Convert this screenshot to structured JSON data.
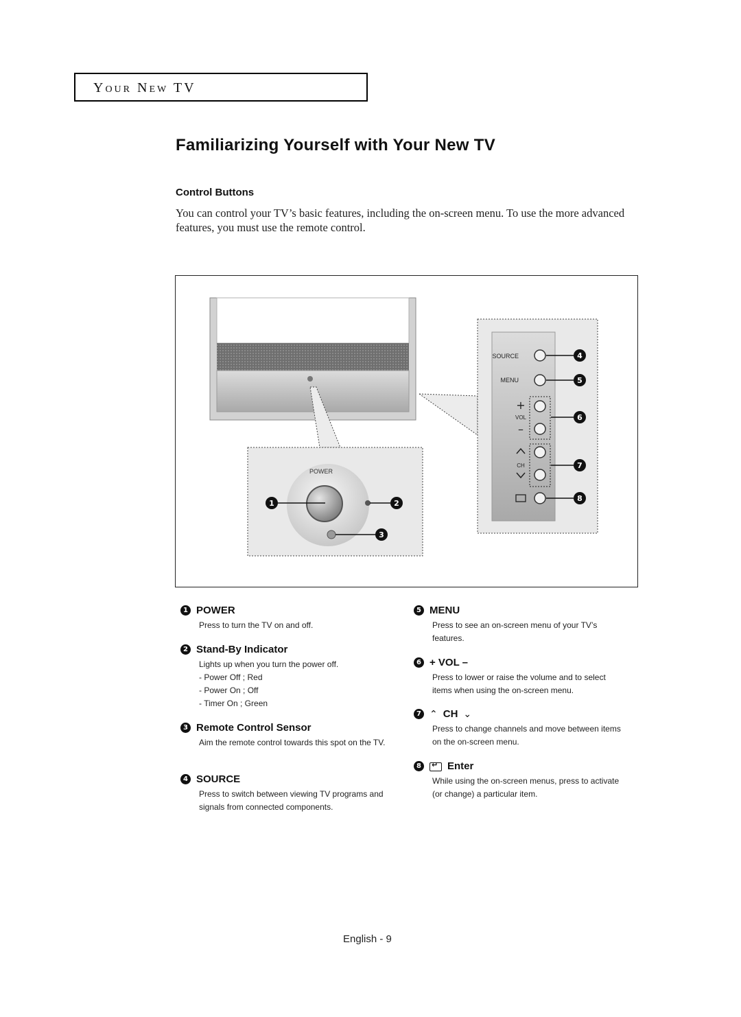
{
  "section_tab": "Your New TV",
  "title": "Familiarizing Yourself with Your New TV",
  "subtitle": "Control Buttons",
  "intro": "You can control your TV’s basic features, including the on-screen menu. To use the more advanced features, you must use the remote control.",
  "figure": {
    "power_label": "POWER",
    "source_label": "SOURCE",
    "menu_label": "MENU",
    "vol_label": "VOL",
    "ch_label": "CH",
    "callouts": [
      "1",
      "2",
      "3",
      "4",
      "5",
      "6",
      "7",
      "8"
    ]
  },
  "items": [
    {
      "num": "1",
      "title": "POWER",
      "desc": "Press to turn the TV on and off."
    },
    {
      "num": "2",
      "title": "Stand-By Indicator",
      "desc": "Lights up when you turn the power off.",
      "list": [
        "Power Off ; Red",
        "Power On ; Off",
        "Timer On ; Green"
      ]
    },
    {
      "num": "3",
      "title": "Remote Control Sensor",
      "desc": "Aim the remote control towards this spot on the TV."
    },
    {
      "num": "4",
      "title": "SOURCE",
      "desc": "Press to switch between viewing TV programs and signals from connected components."
    },
    {
      "num": "5",
      "title": "MENU",
      "desc": "Press to see an on-screen menu of your TV’s features."
    },
    {
      "num": "6",
      "title": "+ VOL –",
      "desc": "Press to lower or raise the volume and to select items when using the on-screen menu."
    },
    {
      "num": "7",
      "title": "CH",
      "desc": "Press to change channels and move between items on the on-screen menu."
    },
    {
      "num": "8",
      "title": "Enter",
      "desc": "While using the on-screen menus, press to activate (or change) a particular item."
    }
  ],
  "footer": "English - 9"
}
